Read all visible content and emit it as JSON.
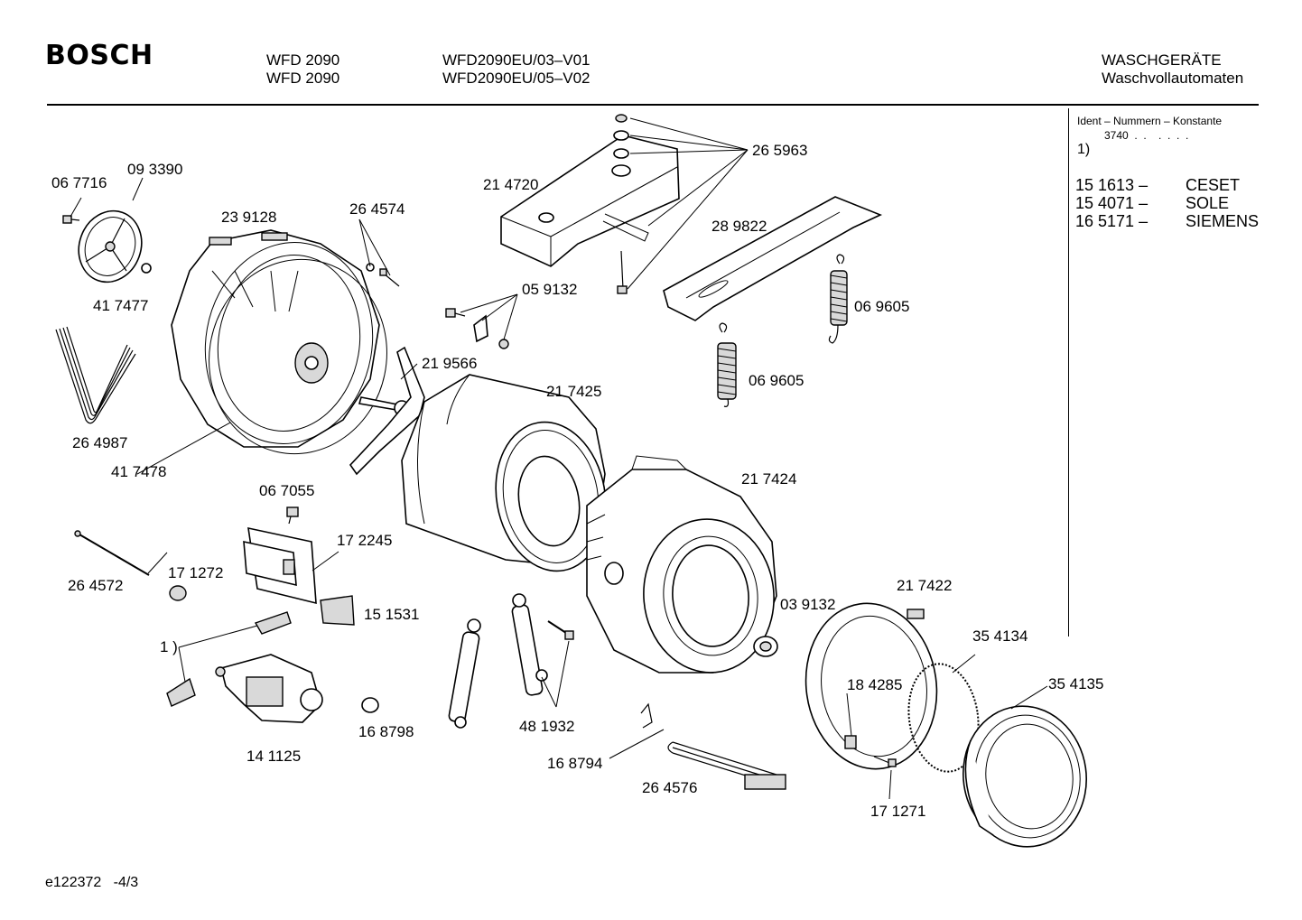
{
  "header": {
    "brand": "BOSCH",
    "models": [
      "WFD 2090",
      "WFD 2090"
    ],
    "codes": [
      "WFD2090EU/03–V01",
      "WFD2090EU/05–V02"
    ],
    "category": "WASCHGERÄTE",
    "subcategory": "Waschvollautomaten"
  },
  "side_panel": {
    "title": "Ident – Nummern – Konstante",
    "constant": "3740  .  .    .  .  .  .",
    "note_marker": "1)",
    "entries": [
      {
        "code": "15 1613 –",
        "name": "CESET"
      },
      {
        "code": "15 4071 –",
        "name": "SOLE"
      },
      {
        "code": "16 5171 –",
        "name": "SIEMENS"
      }
    ]
  },
  "labels": [
    {
      "id": "l067716",
      "text": "06 7716"
    },
    {
      "id": "l093390",
      "text": "09 3390"
    },
    {
      "id": "l239128",
      "text": "23 9128"
    },
    {
      "id": "l264574",
      "text": "26 4574"
    },
    {
      "id": "l214720",
      "text": "21 4720"
    },
    {
      "id": "l265963",
      "text": "26 5963"
    },
    {
      "id": "l289822",
      "text": "28 9822"
    },
    {
      "id": "l417477",
      "text": "41 7477"
    },
    {
      "id": "l059132",
      "text": "05 9132"
    },
    {
      "id": "l069605a",
      "text": "06 9605"
    },
    {
      "id": "l219566",
      "text": "21 9566"
    },
    {
      "id": "l217425",
      "text": "21 7425"
    },
    {
      "id": "l069605b",
      "text": "06 9605"
    },
    {
      "id": "l264987",
      "text": "26 4987"
    },
    {
      "id": "l417478",
      "text": "41 7478"
    },
    {
      "id": "l067055",
      "text": "06 7055"
    },
    {
      "id": "l217424",
      "text": "21 7424"
    },
    {
      "id": "l172245",
      "text": "17 2245"
    },
    {
      "id": "l264572",
      "text": "26 4572"
    },
    {
      "id": "l171272",
      "text": "17 1272"
    },
    {
      "id": "l151531",
      "text": "15 1531"
    },
    {
      "id": "l039132",
      "text": "03 9132"
    },
    {
      "id": "l217422",
      "text": "21 7422"
    },
    {
      "id": "l1note",
      "text": "1 )"
    },
    {
      "id": "l354134",
      "text": "35 4134"
    },
    {
      "id": "l184285",
      "text": "18 4285"
    },
    {
      "id": "l354135",
      "text": "35 4135"
    },
    {
      "id": "l168798",
      "text": "16 8798"
    },
    {
      "id": "l481932",
      "text": "48 1932"
    },
    {
      "id": "l141125",
      "text": "14 1125"
    },
    {
      "id": "l168794",
      "text": "16 8794"
    },
    {
      "id": "l264576",
      "text": "26 4576"
    },
    {
      "id": "l171271",
      "text": "17 1271"
    }
  ],
  "footer": {
    "code": "e122372   -4/3"
  }
}
